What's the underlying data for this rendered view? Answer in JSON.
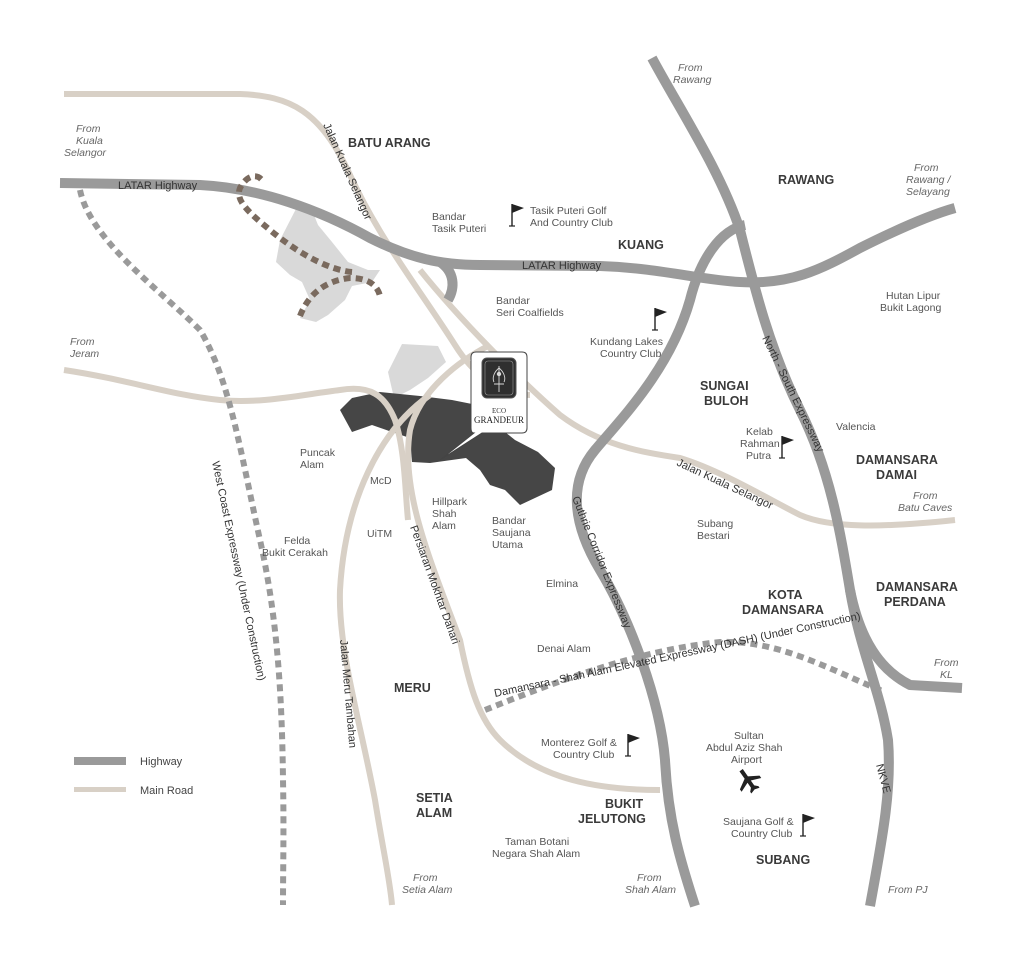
{
  "roads": {
    "latar_highway_west": "LATAR Highway",
    "latar_highway_east": "LATAR Highway",
    "jalan_kuala_selangor_north": "Jalan Kuala Selangor",
    "jalan_kuala_selangor_east": "Jalan Kuala Selangor",
    "north_south_expressway": "North - South Expressway",
    "guthrie": "Guthrie Corridor Expressway",
    "persiaran": "Persiaran Mokhtar Dahari",
    "jalan_meru": "Jalan Meru Tambahan",
    "west_coast": "West Coast Expressway (Under Construction)",
    "dash": "Damansara - Shah Alam Elevated Expressway (DASH) (Under Construction)",
    "nkve": "NKVE"
  },
  "areas": {
    "batu_arang": "BATU ARANG",
    "rawang": "RAWANG",
    "kuang": "KUANG",
    "sungai_buloh_1": "SUNGAI",
    "sungai_buloh_2": "BULOH",
    "damansara_damai_1": "DAMANSARA",
    "damansara_damai_2": "DAMAI",
    "kota_damansara_1": "KOTA",
    "kota_damansara_2": "DAMANSARA",
    "damansara_perdana_1": "DAMANSARA",
    "damansara_perdana_2": "PERDANA",
    "meru": "MERU",
    "setia_alam_1": "SETIA",
    "setia_alam_2": "ALAM",
    "bukit_jelutong_1": "BUKIT",
    "bukit_jelutong_2": "JELUTONG",
    "subang": "SUBANG"
  },
  "places": {
    "bandar_tasik_1": "Bandar",
    "bandar_tasik_2": "Tasik Puteri",
    "tasik_golf_1": "Tasik Puteri Golf",
    "tasik_golf_2": "And Country Club",
    "seri_coalfields_1": "Bandar",
    "seri_coalfields_2": "Seri Coalfields",
    "hutan_1": "Hutan Lipur",
    "hutan_2": "Bukit Lagong",
    "kundang_1": "Kundang Lakes",
    "kundang_2": "Country Club",
    "valencia": "Valencia",
    "kelab_1": "Kelab",
    "kelab_2": "Rahman",
    "kelab_3": "Putra",
    "puncak_1": "Puncak",
    "puncak_2": "Alam",
    "mcd": "McD",
    "hillpark_1": "Hillpark",
    "hillpark_2": "Shah",
    "hillpark_3": "Alam",
    "saujana_utama_1": "Bandar",
    "saujana_utama_2": "Saujana",
    "saujana_utama_3": "Utama",
    "subang_bestari_1": "Subang",
    "subang_bestari_2": "Bestari",
    "felda_1": "Felda",
    "felda_2": "Bukit Cerakah",
    "uitm": "UiTM",
    "elmina": "Elmina",
    "denai_alam": "Denai Alam",
    "airport_1": "Sultan",
    "airport_2": "Abdul Aziz Shah",
    "airport_3": "Airport",
    "monterez_1": "Monterez Golf &",
    "monterez_2": "Country Club",
    "saujana_golf_1": "Saujana Golf &",
    "saujana_golf_2": "Country Club",
    "taman_botani_1": "Taman Botani",
    "taman_botani_2": "Negara Shah Alam"
  },
  "from_labels": {
    "rawang_1": "From",
    "rawang_2": "Rawang",
    "kuala_selangor_1": "From",
    "kuala_selangor_2": "Kuala",
    "kuala_selangor_3": "Selangor",
    "rawang_selayang_1": "From",
    "rawang_selayang_2": "Rawang /",
    "rawang_selayang_3": "Selayang",
    "jeram_1": "From",
    "jeram_2": "Jeram",
    "batu_caves_1": "From",
    "batu_caves_2": "Batu Caves",
    "kl_1": "From",
    "kl_2": "KL",
    "setia_alam_1": "From",
    "setia_alam_2": "Setia Alam",
    "shah_alam_1": "From",
    "shah_alam_2": "Shah Alam",
    "pj": "From PJ"
  },
  "logo": {
    "line1": "ECO",
    "line2": "GRANDEUR"
  },
  "legend": {
    "highway": "Highway",
    "main_road": "Main Road"
  },
  "colors": {
    "highway": "#9a9a9a",
    "main_road": "#d8d0c6",
    "project_site": "#464646",
    "light_area": "#d9d9d9"
  }
}
